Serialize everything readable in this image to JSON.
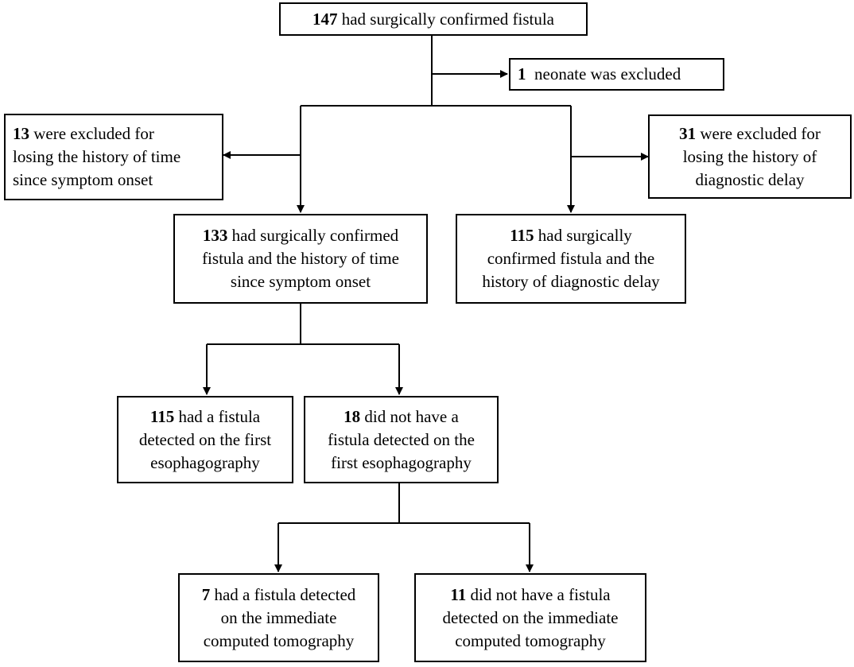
{
  "boxes": {
    "top": {
      "num": "147",
      "lines": [
        " had surgically confirmed fistula"
      ]
    },
    "neonate": {
      "num": "1",
      "lines": [
        "  neonate was excluded"
      ]
    },
    "excl_left": {
      "num": "13",
      "lines": [
        " were excluded for",
        "losing the history of time",
        "since symptom onset"
      ]
    },
    "excl_right": {
      "num": "31",
      "lines": [
        " were excluded for",
        "losing the history of",
        "diagnostic delay"
      ]
    },
    "onset": {
      "num": "133",
      "lines": [
        " had surgically confirmed",
        "fistula and the history of time",
        "since symptom onset"
      ]
    },
    "delay": {
      "num": "115",
      "lines": [
        " had surgically",
        "confirmed fistula and the",
        "history of diagnostic delay"
      ]
    },
    "detected_first": {
      "num": "115",
      "lines": [
        " had a fistula",
        "detected on the first",
        "esophagography"
      ]
    },
    "not_detected_first": {
      "num": "18",
      "lines": [
        " did not have a",
        "fistula detected on the",
        "first esophagography"
      ]
    },
    "detected_ct": {
      "num": "7",
      "lines": [
        " had a fistula detected",
        "on the immediate",
        "computed tomography"
      ]
    },
    "not_detected_ct": {
      "num": "11",
      "lines": [
        " did not have a fistula",
        "detected on the immediate",
        "computed tomography"
      ]
    }
  }
}
